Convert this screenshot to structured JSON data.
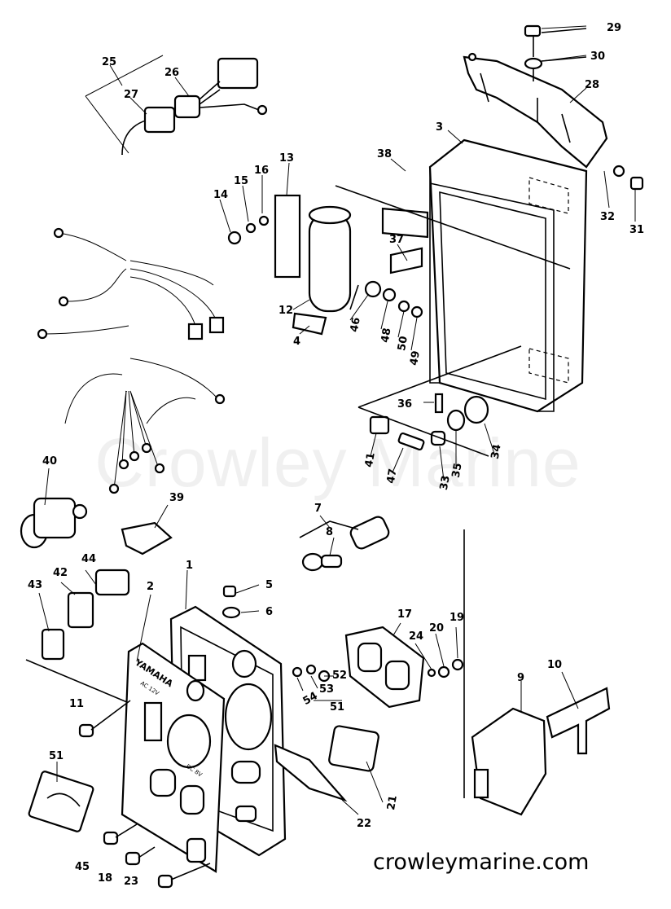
{
  "watermark": "Crowley Marine",
  "site": "crowleymarine.com",
  "panel_text": {
    "brand": "YAMAHA",
    "ac": "AC 12V",
    "dc": "DC 8V"
  },
  "labels": [
    {
      "id": "p29",
      "text": "29"
    },
    {
      "id": "p30",
      "text": "30"
    },
    {
      "id": "p25",
      "text": "25"
    },
    {
      "id": "p26",
      "text": "26"
    },
    {
      "id": "p28",
      "text": "28"
    },
    {
      "id": "p27",
      "text": "27"
    },
    {
      "id": "p3",
      "text": "3"
    },
    {
      "id": "p38",
      "text": "38"
    },
    {
      "id": "p13",
      "text": "13"
    },
    {
      "id": "p16",
      "text": "16"
    },
    {
      "id": "p15",
      "text": "15"
    },
    {
      "id": "p14",
      "text": "14"
    },
    {
      "id": "p32",
      "text": "32"
    },
    {
      "id": "p31",
      "text": "31"
    },
    {
      "id": "p37",
      "text": "37"
    },
    {
      "id": "p12",
      "text": "12"
    },
    {
      "id": "p4",
      "text": "4"
    },
    {
      "id": "p46",
      "text": "46"
    },
    {
      "id": "p48",
      "text": "48"
    },
    {
      "id": "p50",
      "text": "50"
    },
    {
      "id": "p49",
      "text": "49"
    },
    {
      "id": "p36",
      "text": "36"
    },
    {
      "id": "p41",
      "text": "41"
    },
    {
      "id": "p47",
      "text": "47"
    },
    {
      "id": "p33",
      "text": "33"
    },
    {
      "id": "p35",
      "text": "35"
    },
    {
      "id": "p34",
      "text": "34"
    },
    {
      "id": "p40",
      "text": "40"
    },
    {
      "id": "p39",
      "text": "39"
    },
    {
      "id": "p7",
      "text": "7"
    },
    {
      "id": "p8",
      "text": "8"
    },
    {
      "id": "p44",
      "text": "44"
    },
    {
      "id": "p42",
      "text": "42"
    },
    {
      "id": "p43",
      "text": "43"
    },
    {
      "id": "p1",
      "text": "1"
    },
    {
      "id": "p2",
      "text": "2"
    },
    {
      "id": "p5",
      "text": "5"
    },
    {
      "id": "p6",
      "text": "6"
    },
    {
      "id": "p17",
      "text": "17"
    },
    {
      "id": "p24",
      "text": "24"
    },
    {
      "id": "p20",
      "text": "20"
    },
    {
      "id": "p19",
      "text": "19"
    },
    {
      "id": "p54",
      "text": "54"
    },
    {
      "id": "p53",
      "text": "53"
    },
    {
      "id": "p52",
      "text": "52"
    },
    {
      "id": "p51a",
      "text": "51"
    },
    {
      "id": "p11",
      "text": "11"
    },
    {
      "id": "p9",
      "text": "9"
    },
    {
      "id": "p10",
      "text": "10"
    },
    {
      "id": "p51b",
      "text": "51"
    },
    {
      "id": "p22",
      "text": "22"
    },
    {
      "id": "p21",
      "text": "21"
    },
    {
      "id": "p45",
      "text": "45"
    },
    {
      "id": "p18",
      "text": "18"
    },
    {
      "id": "p23",
      "text": "23"
    }
  ]
}
